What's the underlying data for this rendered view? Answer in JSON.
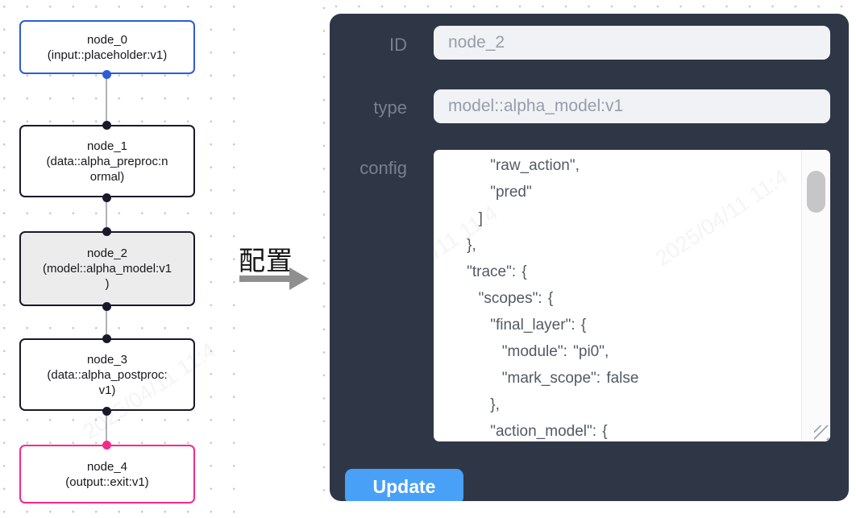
{
  "flow": {
    "nodes": [
      {
        "title": "node_0",
        "subtitle": "(input::placeholder:v1)",
        "kind": "input"
      },
      {
        "title": "node_1",
        "subtitle": "(data::alpha_preproc:n\normal)",
        "kind": "default"
      },
      {
        "title": "node_2",
        "subtitle": "(model::alpha_model:v1\n)",
        "kind": "default-selected"
      },
      {
        "title": "node_3",
        "subtitle": "(data::alpha_postproc:\nv1)",
        "kind": "default"
      },
      {
        "title": "node_4",
        "subtitle": "(output::exit:v1)",
        "kind": "output"
      }
    ]
  },
  "transfer": {
    "label": "配置"
  },
  "panel": {
    "id_label": "ID",
    "id_value": "node_2",
    "type_label": "type",
    "type_value": "model::alpha_model:v1",
    "config_label": "config",
    "config_text": "        \"raw_action\",\n        \"pred\"\n      ]\n    },\n    \"trace\": {\n      \"scopes\": {\n        \"final_layer\": {\n          \"module\": \"pi0\",\n          \"mark_scope\": false\n        },\n        \"action_model\": {",
    "update_label": "Update"
  },
  "watermark": {
    "text": "2025/04/11 11:4"
  },
  "colors": {
    "input_node_border": "#2e5bd7",
    "default_node_border": "#19192b",
    "output_node_border": "#f8288a",
    "selected_node_bg": "#ececec",
    "edge": "#b1b1b7",
    "panel_bg": "#2f3746",
    "field_bg": "#f0f2f6",
    "update_button": "#48a0f7"
  }
}
